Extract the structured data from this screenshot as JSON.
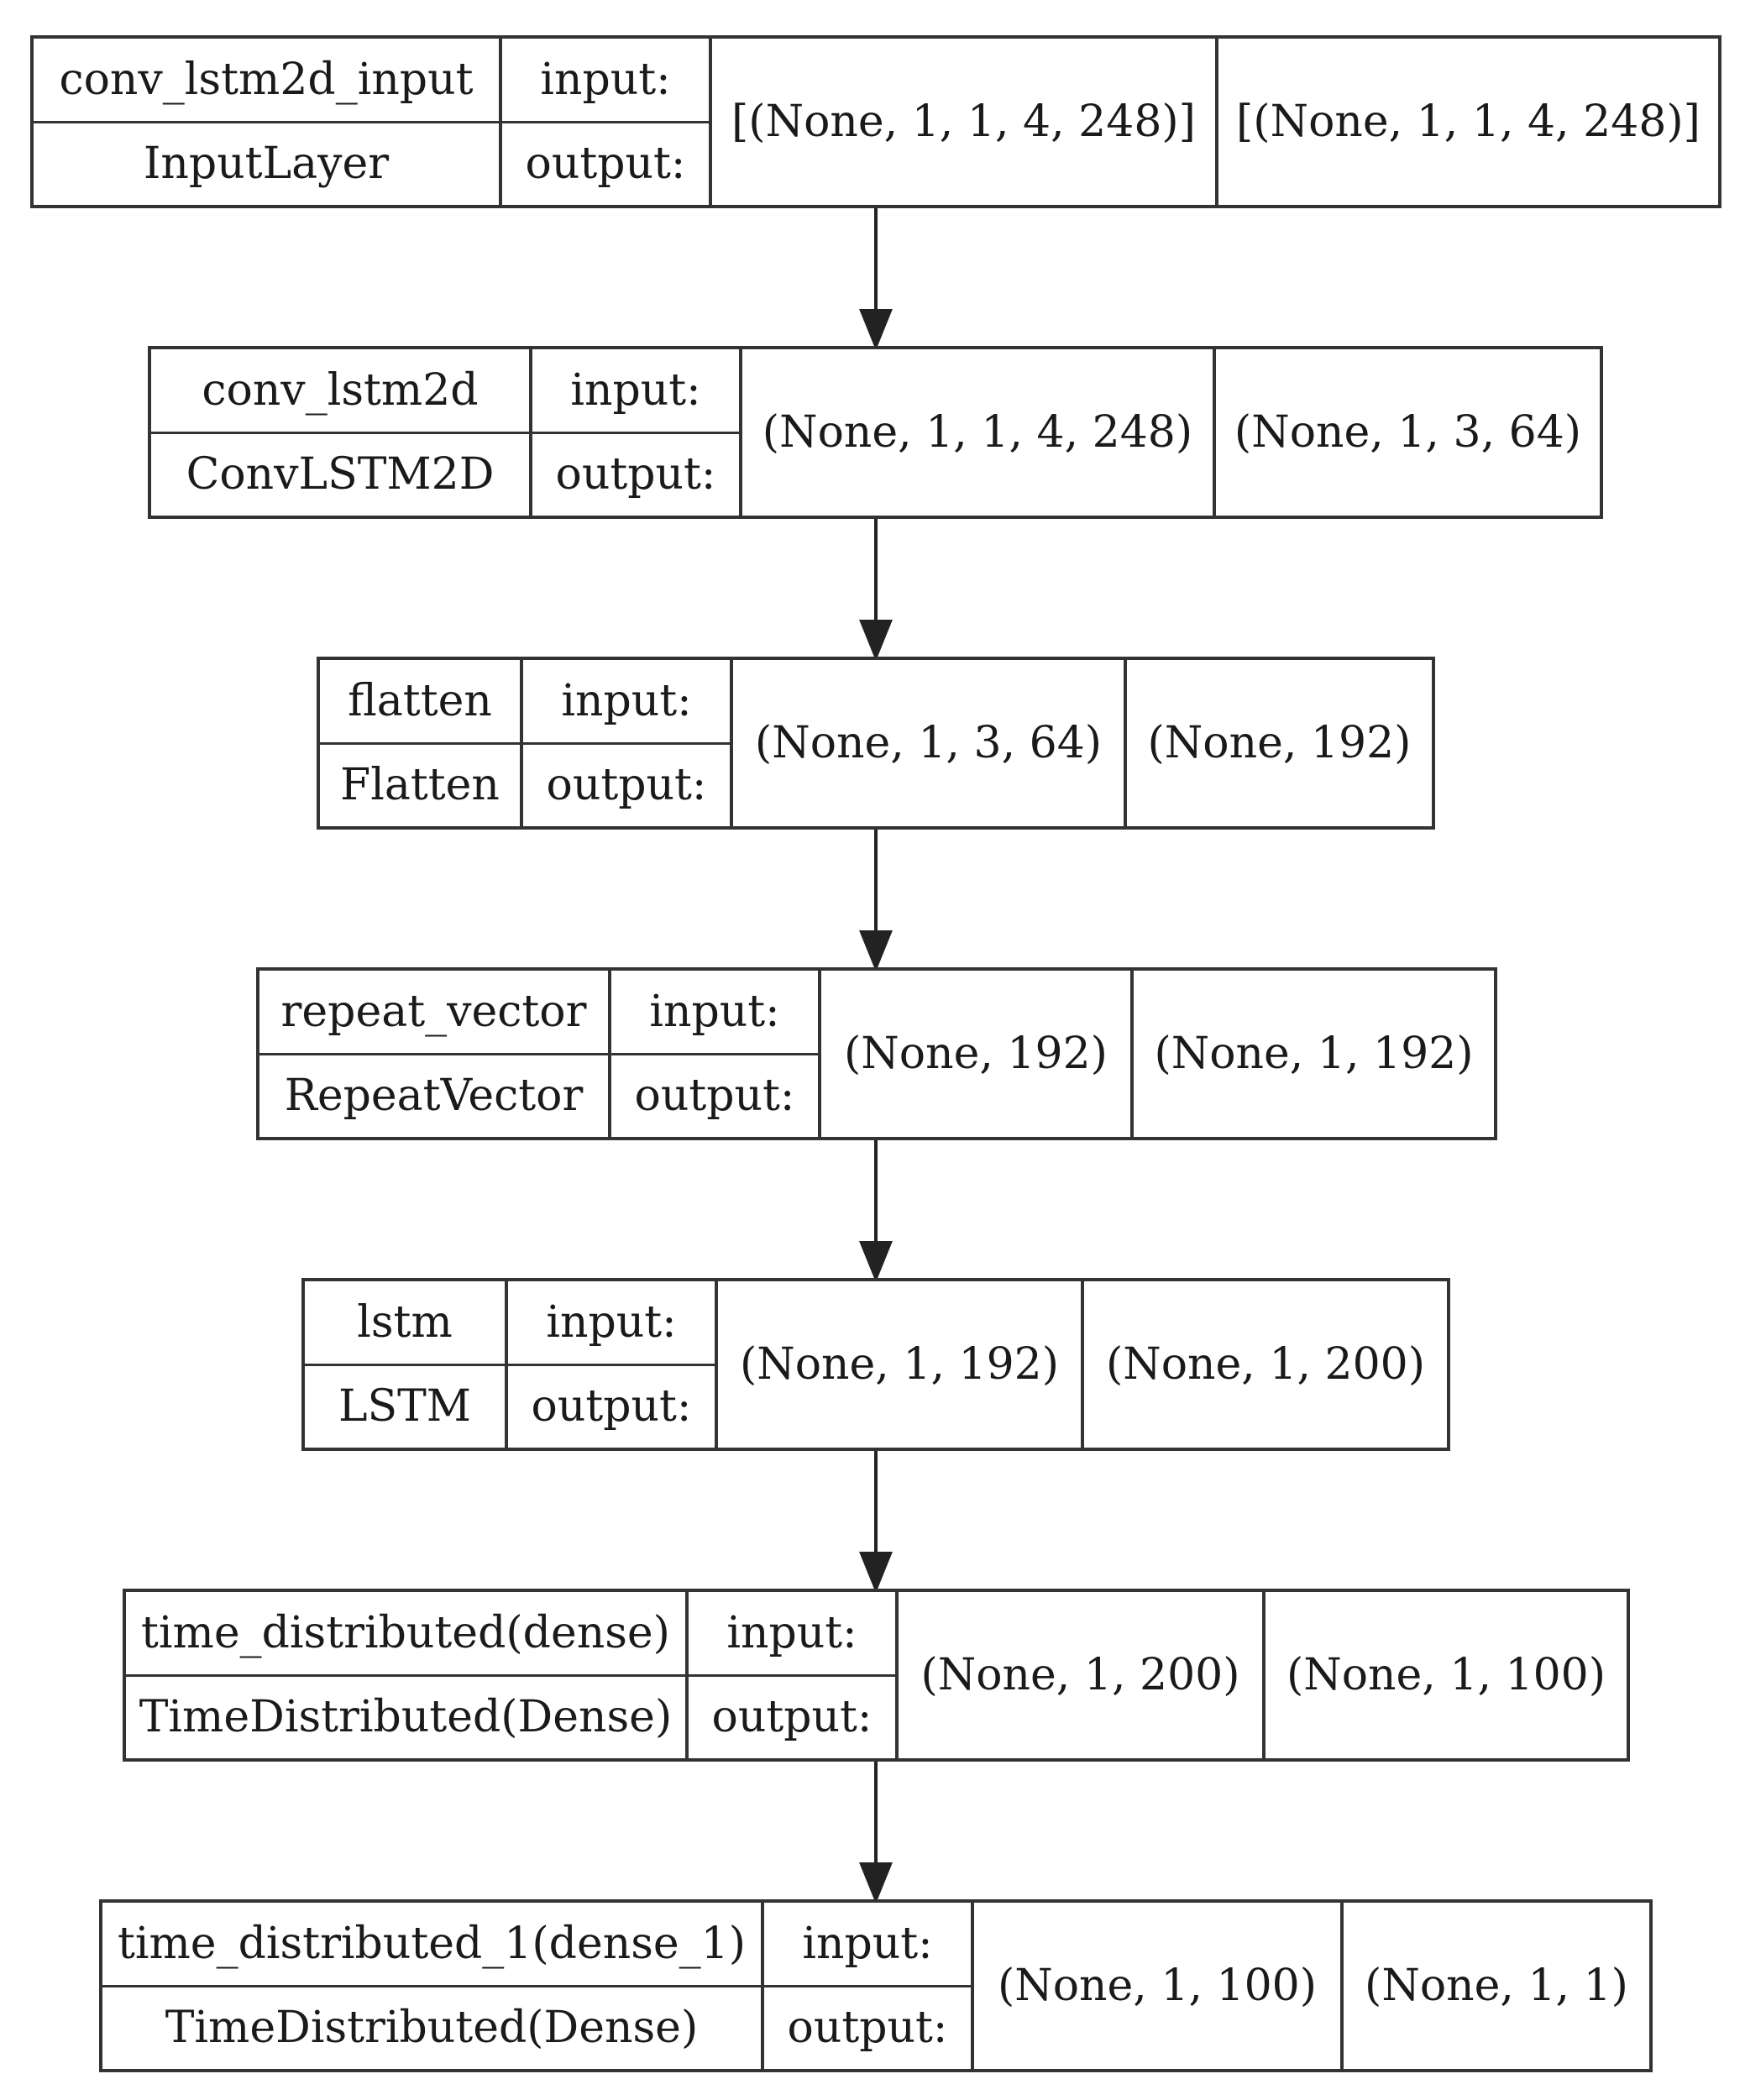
{
  "layers": [
    {
      "name": "conv_lstm2d_input",
      "type": "InputLayer",
      "input_label": "input:",
      "output_label": "output:",
      "input_shape": "[(None, 1, 1, 4, 248)]",
      "output_shape": "[(None, 1, 1, 4, 248)]"
    },
    {
      "name": "conv_lstm2d",
      "type": "ConvLSTM2D",
      "input_label": "input:",
      "output_label": "output:",
      "input_shape": "(None, 1, 1, 4, 248)",
      "output_shape": "(None, 1, 3, 64)"
    },
    {
      "name": "flatten",
      "type": "Flatten",
      "input_label": "input:",
      "output_label": "output:",
      "input_shape": "(None, 1, 3, 64)",
      "output_shape": "(None, 192)"
    },
    {
      "name": "repeat_vector",
      "type": "RepeatVector",
      "input_label": "input:",
      "output_label": "output:",
      "input_shape": "(None, 192)",
      "output_shape": "(None, 1, 192)"
    },
    {
      "name": "lstm",
      "type": "LSTM",
      "input_label": "input:",
      "output_label": "output:",
      "input_shape": "(None, 1, 192)",
      "output_shape": "(None, 1, 200)"
    },
    {
      "name": "time_distributed(dense)",
      "type": "TimeDistributed(Dense)",
      "input_label": "input:",
      "output_label": "output:",
      "input_shape": "(None, 1, 200)",
      "output_shape": "(None, 1, 100)"
    },
    {
      "name": "time_distributed_1(dense_1)",
      "type": "TimeDistributed(Dense)",
      "input_label": "input:",
      "output_label": "output:",
      "input_shape": "(None, 1, 100)",
      "output_shape": "(None, 1, 1)"
    }
  ]
}
